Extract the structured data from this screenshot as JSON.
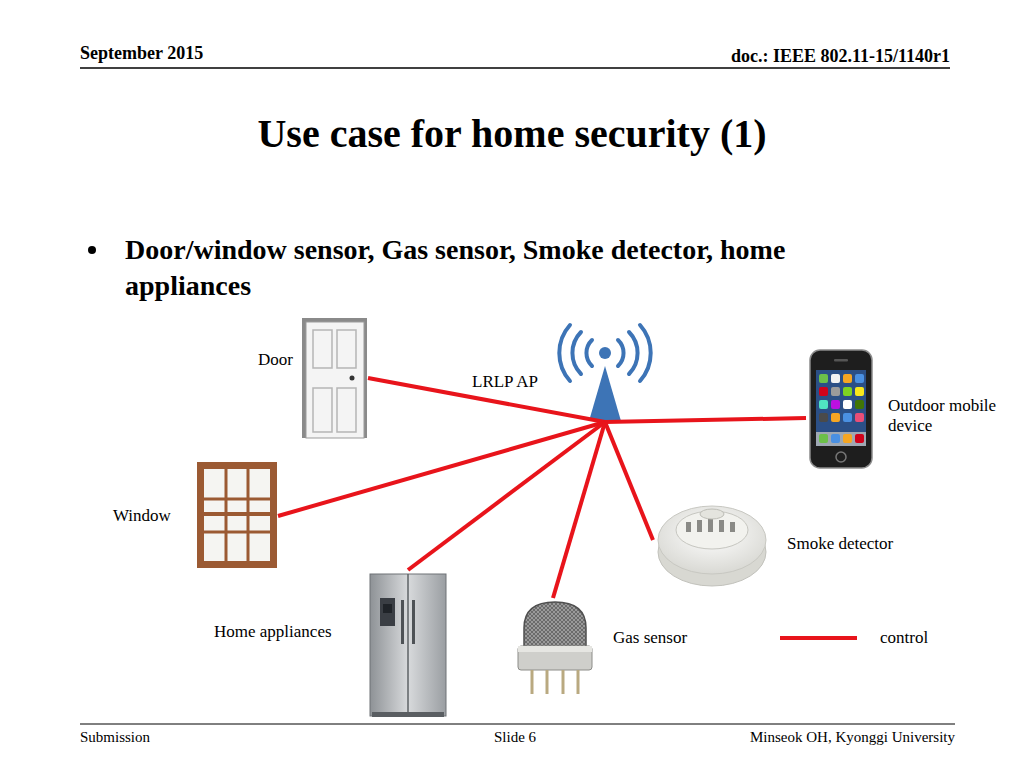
{
  "diagram": {
    "title": "Use case for home security (1)",
    "nodes": [
      {
        "text": [
          "Door"
        ]
      },
      {
        "text": [
          "LRLP AP"
        ]
      },
      {
        "text": [
          "Outdoor mobile device"
        ]
      },
      {
        "text": [
          "Window"
        ]
      },
      {
        "text": [
          "Smoke detector"
        ]
      },
      {
        "text": [
          "Home appliances"
        ]
      },
      {
        "text": [
          "Gas sensor"
        ]
      }
    ],
    "edges": [
      {
        "from": 1,
        "to": 0,
        "arrow": "none"
      },
      {
        "from": 1,
        "to": 2,
        "arrow": "none"
      },
      {
        "from": 1,
        "to": 3,
        "arrow": "none"
      },
      {
        "from": 1,
        "to": 4,
        "arrow": "none"
      },
      {
        "from": 1,
        "to": 5,
        "arrow": "none"
      },
      {
        "from": 1,
        "to": 6,
        "arrow": "none"
      }
    ],
    "labels": [
      "September 2015",
      "doc.: IEEE 802.11-15/1140r1",
      "Door/window sensor, Gas sensor, Smoke detector, home appliances",
      "Submission",
      "Slide 6",
      "Minseok OH, Kyonggi University"
    ],
    "legend": [
      {
        "text": "control"
      }
    ]
  }
}
